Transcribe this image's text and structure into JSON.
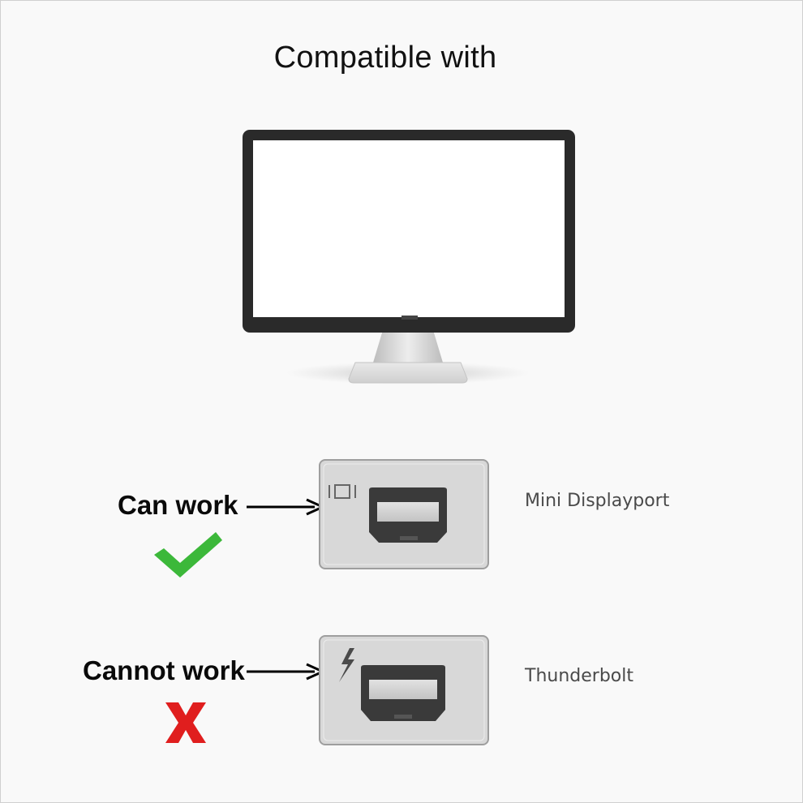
{
  "title": "Compatible with",
  "rows": [
    {
      "label": "Can work",
      "port_name": "Mini Displayport",
      "port_symbol": "mini-displayport-symbol-icon",
      "status_icon": "green-checkmark-icon",
      "status_color": "#3cb83a"
    },
    {
      "label": "Cannot work",
      "port_name": "Thunderbolt",
      "port_symbol": "thunderbolt-bolt-icon",
      "status_icon": "red-x-icon",
      "status_color": "#e01e1e"
    }
  ],
  "colors": {
    "monitor_bezel": "#2a2a2a",
    "port_panel": "#d8d8d8"
  }
}
